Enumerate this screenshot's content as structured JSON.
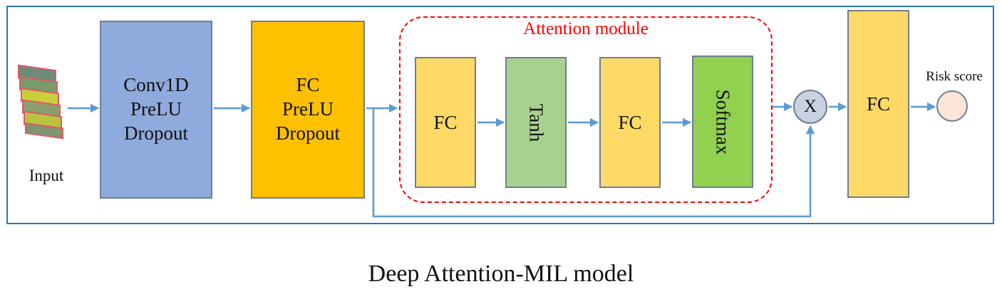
{
  "diagram": {
    "input_label": "Input",
    "conv_block": [
      "Conv1D",
      "PreLU",
      "Dropout"
    ],
    "fc_block": [
      "FC",
      "PreLU",
      "Dropout"
    ],
    "attention": {
      "title": "Attention module",
      "fc1": "FC",
      "tanh": "Tanh",
      "fc2": "FC",
      "softmax": "Softmax"
    },
    "multiply": "X",
    "output_fc": "FC",
    "risk_label": "Risk score",
    "caption": "Deep Attention-MIL model",
    "colors": {
      "frame": "#2e74b5",
      "arrow": "#5b9bd5",
      "conv": "#8faadc",
      "fc_block": "#ffc000",
      "fc": "#ffd966",
      "tanh": "#a9d18e",
      "softmax": "#92d050",
      "attention_border": "#ff0000",
      "risk_circle": "#fbe5d6"
    }
  }
}
